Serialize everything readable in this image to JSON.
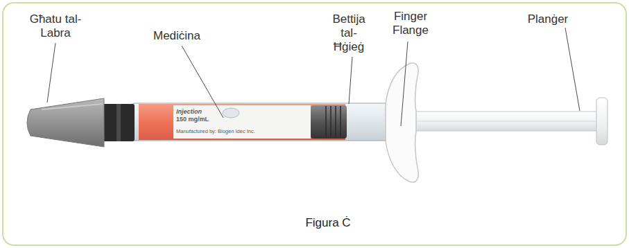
{
  "diagram": {
    "caption": "Figura Ċ",
    "labels": [
      "Għatu tal-Labra",
      "Mediċina",
      "Bettija tal-Ħġieġ",
      "Finger Flange",
      "Planġer",
      "Injection",
      "150 mg/mL",
      "Manufactured by: Biogen Idec Inc."
    ]
  }
}
